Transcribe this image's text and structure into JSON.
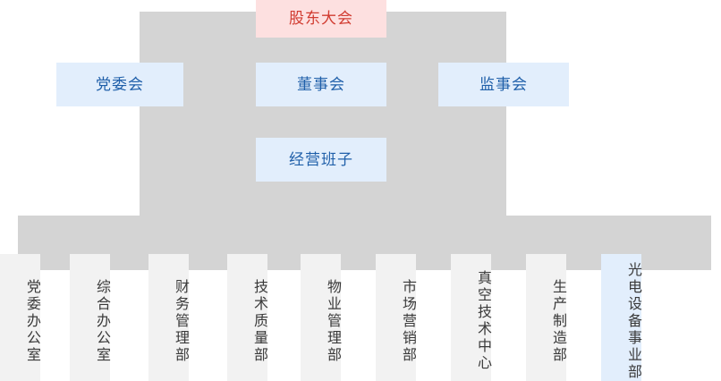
{
  "chart": {
    "type": "org-chart",
    "title": "股东大会组织架构图",
    "colors": {
      "connector": "#d4d4d4",
      "root_fill": "#fde0e0",
      "root_text": "#d13c31",
      "board_fill": "#e2eefc",
      "board_text": "#1f5fa9",
      "dept_fill": "#f2f2f2",
      "dept_text": "#3a3a3a",
      "dept_highlight_fill": "#e2eefc"
    },
    "levels": [
      {
        "level": 1,
        "nodes": [
          {
            "id": "root",
            "label": "股东大会",
            "style": "root"
          }
        ]
      },
      {
        "level": 2,
        "nodes": [
          {
            "id": "party",
            "label": "党委会",
            "style": "blue"
          },
          {
            "id": "board",
            "label": "董事会",
            "style": "blue"
          },
          {
            "id": "supervisor",
            "label": "监事会",
            "style": "blue"
          }
        ]
      },
      {
        "level": 3,
        "nodes": [
          {
            "id": "mgmt",
            "label": "经营班子",
            "style": "blue"
          }
        ]
      },
      {
        "level": 4,
        "orientation": "vertical-text",
        "nodes": [
          {
            "id": "dept-0",
            "label": "党委办公室",
            "style": "dept"
          },
          {
            "id": "dept-1",
            "label": "综合办公室",
            "style": "dept"
          },
          {
            "id": "dept-2",
            "label": "财务管理部",
            "style": "dept"
          },
          {
            "id": "dept-3",
            "label": "技术质量部",
            "style": "dept"
          },
          {
            "id": "dept-4",
            "label": "物业管理部",
            "style": "dept"
          },
          {
            "id": "dept-5",
            "label": "市场营销部",
            "style": "dept"
          },
          {
            "id": "dept-6",
            "label": "真空技术中心",
            "style": "dept"
          },
          {
            "id": "dept-7",
            "label": "生产制造部",
            "style": "dept"
          },
          {
            "id": "dept-8",
            "label": "光电设备事业部",
            "style": "dept-highlight"
          }
        ]
      }
    ]
  }
}
